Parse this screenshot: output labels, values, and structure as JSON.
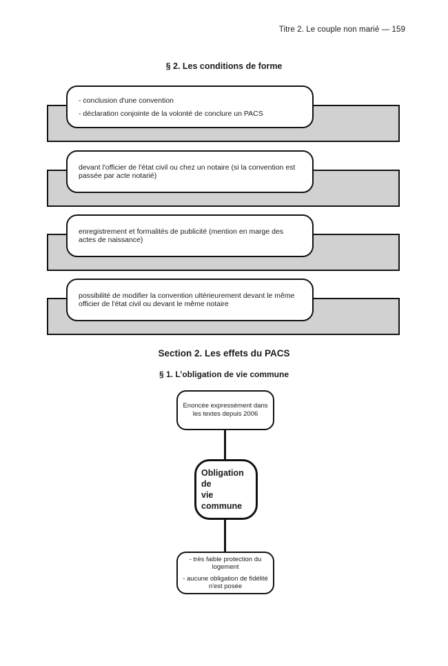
{
  "page": {
    "header": "Titre 2. Le couple non marié — 159",
    "heading_conditions": "§ 2. Les conditions de forme",
    "section_heading": "Section 2. Les effets du PACS",
    "sub_heading": "§ 1. L’obligation de vie commune"
  },
  "conditions": [
    {
      "lines": [
        "- conclusion d'une convention",
        "- déclaration conjointe de la volonté de conclure un PACS"
      ]
    },
    {
      "lines": [
        "devant l'officier de l'état civil ou chez un notaire (si la convention est",
        "passée par acte notarié)"
      ]
    },
    {
      "lines": [
        "enregistrement et formalités de publicité (mention en marge des",
        "actes de naissance)"
      ]
    },
    {
      "lines": [
        "possibilité de modifier la convention ultérieurement devant le même",
        "officier de l'état civil ou devant le même notaire"
      ]
    }
  ],
  "flow": {
    "top_box": {
      "lines": [
        "Enoncée expressément dans",
        "les textes depuis 2006"
      ]
    },
    "center_box": {
      "lines": [
        "Obligation de",
        "vie commune"
      ]
    },
    "bottom_box": {
      "lines": [
        "- très faible protection du",
        "logement",
        "- aucune obligation de fidélité",
        "n'est posée"
      ]
    }
  },
  "colors": {
    "shadow_gray": "#d1d1d1",
    "line_black": "#111111",
    "box_white": "#ffffff",
    "text_black": "#1a1a1a"
  }
}
